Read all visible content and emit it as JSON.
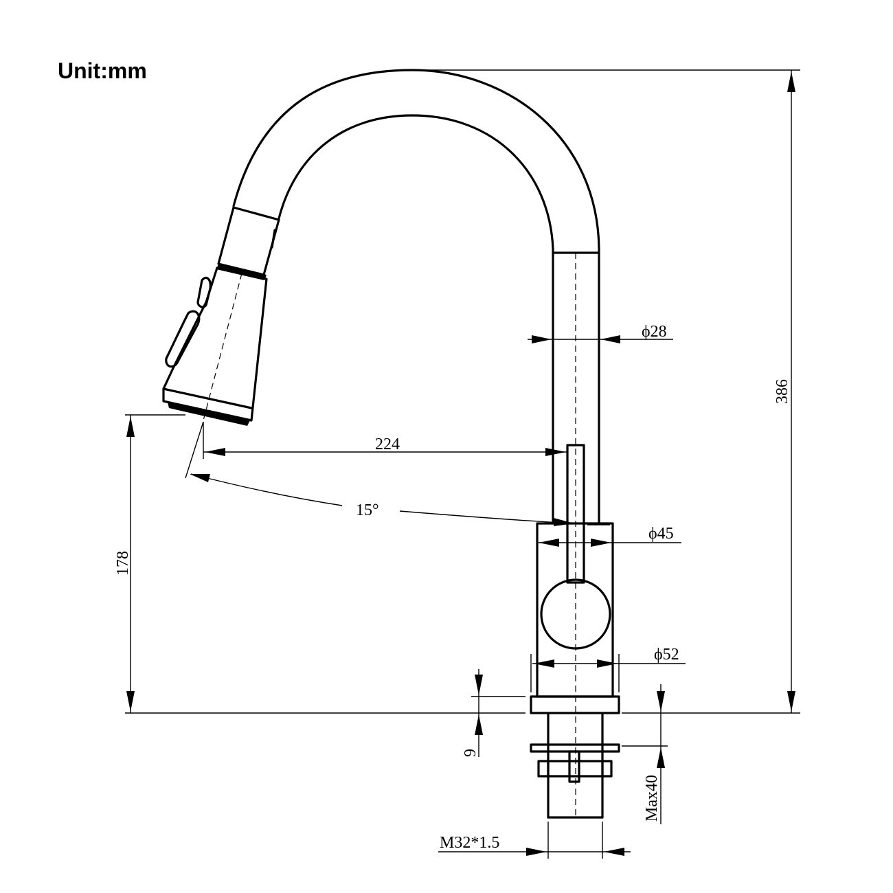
{
  "title": "Unit:mm",
  "dimensions": {
    "total_height": "386",
    "spout_diameter": "ϕ28",
    "reach": "224",
    "angle": "15°",
    "body_diameter": "ϕ45",
    "base_diameter": "ϕ52",
    "spray_height": "178",
    "base_thickness": "9",
    "max_deck_thickness": "Max40",
    "thread_spec": "M32*1.5"
  }
}
